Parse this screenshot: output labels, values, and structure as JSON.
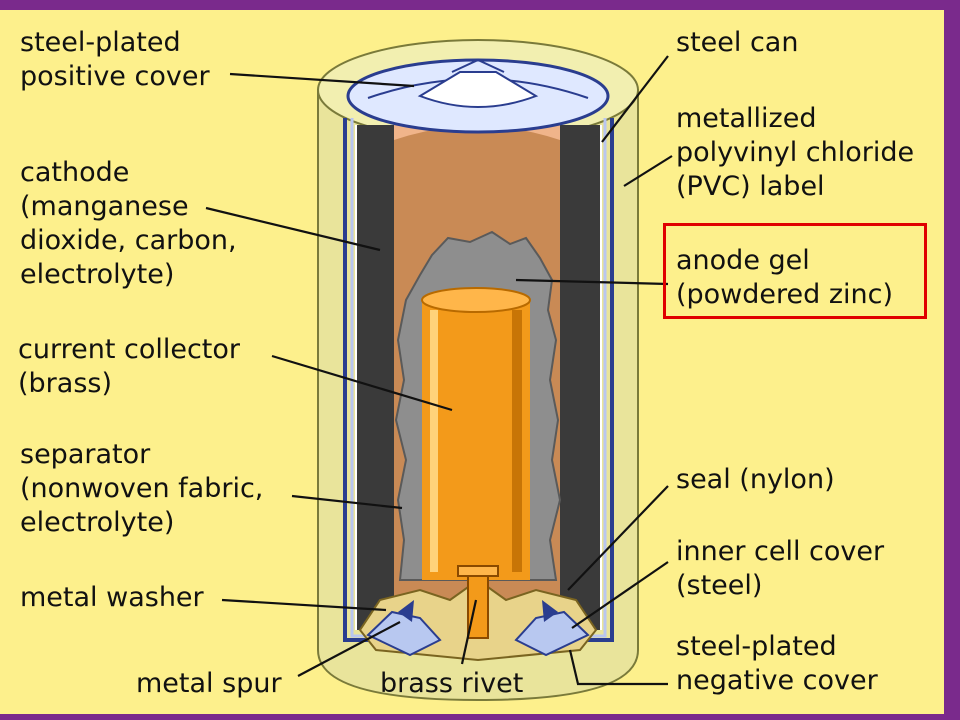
{
  "colors": {
    "background": "#fdf08c",
    "frame_purple": "#7a2a8c",
    "highlight": "#e00000"
  },
  "labels": {
    "steel_plated_positive_cover": "steel-plated\npositive cover",
    "cathode": "cathode\n(manganese\ndioxide, carbon,\nelectrolyte)",
    "current_collector": "current collector\n(brass)",
    "separator": "separator\n(nonwoven fabric,\nelectrolyte)",
    "metal_washer": "metal washer",
    "metal_spur": "metal spur",
    "brass_rivet": "brass rivet",
    "steel_can": "steel can",
    "pvc_label": "metallized\npolyvinyl chloride\n(PVC) label",
    "anode_gel": "anode gel\n(powdered zinc)",
    "seal": "seal (nylon)",
    "inner_cell_cover": "inner cell cover\n(steel)",
    "steel_plated_negative_cover": "steel-plated\nnegative cover"
  }
}
